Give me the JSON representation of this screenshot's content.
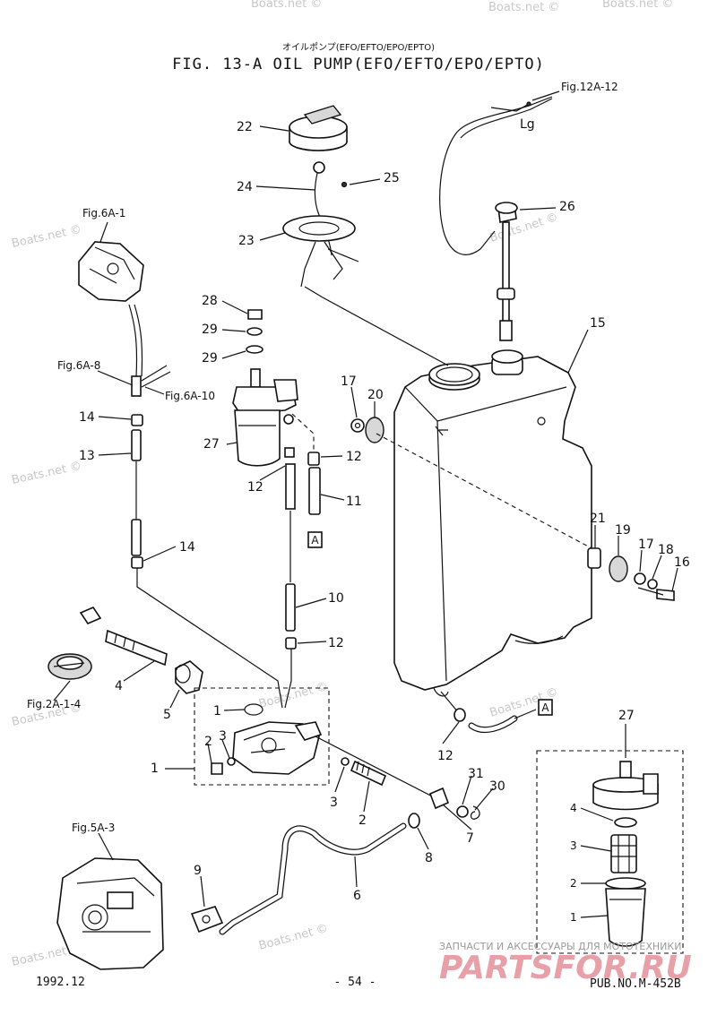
{
  "header": {
    "subtitle": "オイルポンプ(EFO/EFTO/EPO/EPTO)",
    "title": "FIG. 13-A OIL PUMP(EFO/EFTO/EPO/EPTO)"
  },
  "watermark": "Boats.net ©",
  "references": {
    "fig12a12": "Fig.12A-12",
    "lg": "Lg",
    "fig6a1": "Fig.6A-1",
    "fig6a8": "Fig.6A-8",
    "fig6a10": "Fig.6A-10",
    "fig2a14": "Fig.2A-1-4",
    "fig5a3": "Fig.5A-3",
    "box_a": "A"
  },
  "callouts": {
    "p1": "1",
    "p2": "2",
    "p3": "3",
    "p4": "4",
    "p5": "5",
    "p6": "6",
    "p7": "7",
    "p8": "8",
    "p9": "9",
    "p10": "10",
    "p11": "11",
    "p12": "12",
    "p13": "13",
    "p14": "14",
    "p15": "15",
    "p16": "16",
    "p17": "17",
    "p18": "18",
    "p19": "19",
    "p20": "20",
    "p21": "21",
    "p22": "22",
    "p23": "23",
    "p24": "24",
    "p25": "25",
    "p26": "26",
    "p27": "27",
    "p28": "28",
    "p29": "29",
    "p30": "30",
    "p31": "31"
  },
  "footer": {
    "date": "1992.12",
    "page": "- 54 -",
    "pub": "PUB.NO.M-452B",
    "shop_text": "ЗАПЧАСТИ И АКСЕССУАРЫ ДЛЯ МОТОТЕХНИКИ",
    "shop_logo": "PARTSFOR.RU"
  }
}
